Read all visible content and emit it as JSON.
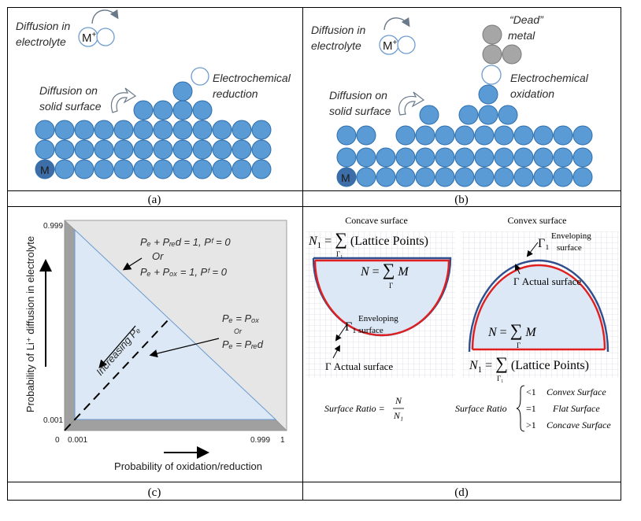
{
  "captions": {
    "a": "(a)",
    "b": "(b)",
    "c": "(c)",
    "d": "(d)"
  },
  "colors": {
    "atom": "#5b9bd5",
    "atom_stroke": "#2e6fae",
    "dead_atom": "#a6a6a6",
    "region": "#dce8f5",
    "outer": "#e6e6e6",
    "wall": "#a0a0a0",
    "red": "#e02020",
    "navy": "#2f4f8f"
  },
  "panel_a": {
    "diffusion_electrolyte": [
      "Diffusion in",
      "electrolyte"
    ],
    "ion_label": "M",
    "ion_sup": "+",
    "diffusion_surface": [
      "Diffusion on",
      "solid surface"
    ],
    "reaction": [
      "Electrochemical",
      "reduction"
    ],
    "atom_label": "M"
  },
  "panel_b": {
    "diffusion_electrolyte": [
      "Diffusion in",
      "electrolyte"
    ],
    "ion_label": "M",
    "ion_sup": "+",
    "dead_metal": [
      "“Dead”",
      "metal"
    ],
    "reaction": [
      "Electrochemical",
      "oxidation"
    ],
    "diffusion_surface": [
      "Diffusion on",
      "solid surface"
    ],
    "atom_label": "M"
  },
  "panel_c": {
    "y_tick_top": "0.999",
    "y_tick_bottom": "0.001",
    "x_tick_zero": "0",
    "x_tick_left": "0.001",
    "x_tick_right": "0.999",
    "x_tick_one": "1",
    "x_label": "Probability of oxidation/reduction",
    "y_label": "Probability of Li⁺ diffusion in electrolyte",
    "eq_red": "Pₑ + Pᵣₑd = 1, Pᶠ = 0",
    "or1": "Or",
    "eq_ox": "Pₑ + Pₒₓ = 1, Pᶠ = 0",
    "eq_pe_pox": "Pₑ = Pₒₓ",
    "or2": "Or",
    "eq_pe_pred": "Pₑ = Pᵣₑd",
    "increasing": "Increasing Pₑ"
  },
  "panel_d": {
    "concave_title": "Concave surface",
    "convex_title": "Convex surface",
    "n1_concave": "N₁ = ∑ (Lattice Points)",
    "n1_concave_sub": "Γ₁",
    "n_concave": "N = ∑ M",
    "n_concave_sub": "Γ",
    "gamma1_concave": "Γ₁",
    "enveloping_concave": [
      "Enveloping",
      "surface"
    ],
    "actual_concave": "Γ Actual surface",
    "gamma1_convex": "Γ₁",
    "enveloping_convex": [
      "Enveloping",
      "surface"
    ],
    "actual_convex": "Γ Actual surface",
    "n_convex": "N = ∑ M",
    "n_convex_sub": "Γ",
    "n1_convex": "N₁ = ∑ (Lattice Points)",
    "n1_convex_sub": "Γ₁",
    "ratio_label": "Surface Ratio =",
    "ratio_num": "N",
    "ratio_den": "N₁",
    "ratio2_label": "Surface Ratio",
    "cases": [
      {
        "cond": "<1",
        "text": "Convex Surface"
      },
      {
        "cond": "=1",
        "text": "Flat Surface"
      },
      {
        "cond": ">1",
        "text": "Concave Surface"
      }
    ]
  }
}
